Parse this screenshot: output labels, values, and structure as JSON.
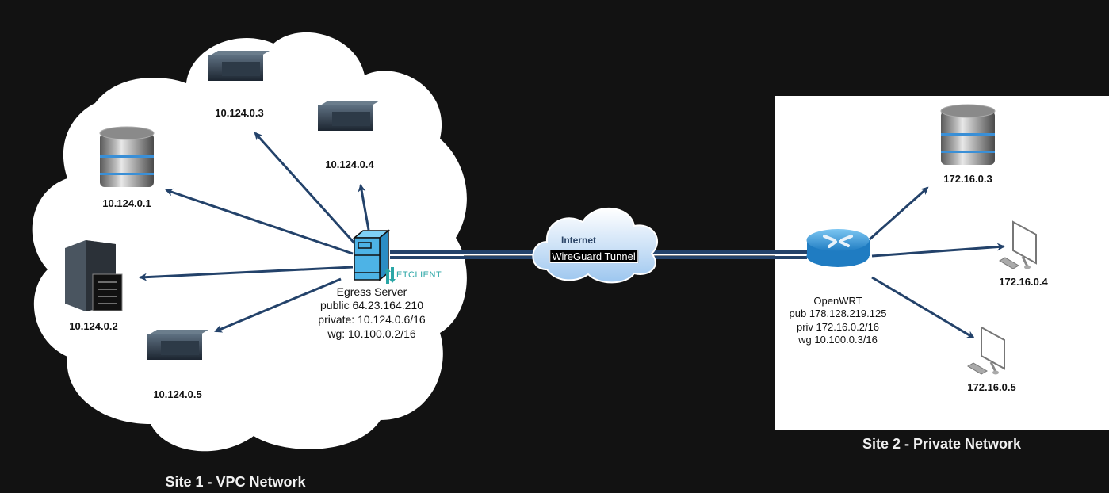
{
  "site1": {
    "title": "Site 1 - VPC Network",
    "egress": {
      "name": "Egress Server",
      "public": "public 64.23.164.210",
      "private": "private: 10.124.0.6/16",
      "wg": "wg: 10.100.0.2/16",
      "agent_badge": "ETCLIENT"
    },
    "nodes": [
      {
        "label": "10.124.0.1",
        "icon": "database-icon"
      },
      {
        "label": "10.124.0.2",
        "icon": "tower-server-icon"
      },
      {
        "label": "10.124.0.3",
        "icon": "rack-server-icon"
      },
      {
        "label": "10.124.0.4",
        "icon": "rack-server-icon"
      },
      {
        "label": "10.124.0.5",
        "icon": "rack-server-icon"
      }
    ]
  },
  "internet": {
    "label": "Internet",
    "tunnel_label": "WireGuard Tunnel"
  },
  "site2": {
    "title": "Site 2 - Private Network",
    "router": {
      "name": "OpenWRT",
      "pub": "pub 178.128.219.125",
      "priv": "priv 172.16.0.2/16",
      "wg": "wg 10.100.0.3/16"
    },
    "nodes": [
      {
        "label": "172.16.0.3",
        "icon": "database-icon"
      },
      {
        "label": "172.16.0.4",
        "icon": "desktop-computer-icon"
      },
      {
        "label": "172.16.0.5",
        "icon": "desktop-computer-icon"
      }
    ]
  },
  "colors": {
    "background": "#121212",
    "arrow": "#23426a",
    "router": "#3a9bd9",
    "egress": "#4db3e6",
    "netclient": "#2aa6a6"
  }
}
